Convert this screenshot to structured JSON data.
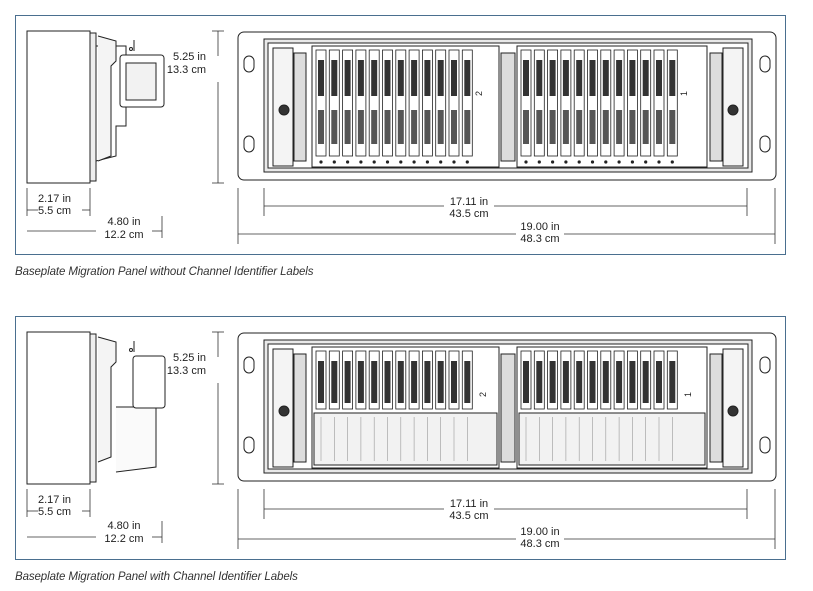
{
  "panels": [
    {
      "caption": "Baseplate Migration Panel without Channel Identifier Labels",
      "height_label_in": "5.25 in",
      "height_label_cm": "13.3 cm",
      "depth1_in": "2.17 in",
      "depth1_cm": "5.5 cm",
      "depth2_in": "4.80 in",
      "depth2_cm": "12.2 cm",
      "inner_width_in": "17.11 in",
      "inner_width_cm": "43.5 cm",
      "outer_width_in": "19.00 in",
      "outer_width_cm": "48.3 cm",
      "section_left_number": "2",
      "section_right_number": "1"
    },
    {
      "caption": "Baseplate Migration Panel with Channel Identifier Labels",
      "height_label_in": "5.25 in",
      "height_label_cm": "13.3 cm",
      "depth1_in": "2.17 in",
      "depth1_cm": "5.5 cm",
      "depth2_in": "4.80 in",
      "depth2_cm": "12.2 cm",
      "inner_width_in": "17.11 in",
      "inner_width_cm": "43.5 cm",
      "outer_width_in": "19.00 in",
      "outer_width_cm": "48.3 cm",
      "section_left_number": "2",
      "section_right_number": "1"
    }
  ]
}
